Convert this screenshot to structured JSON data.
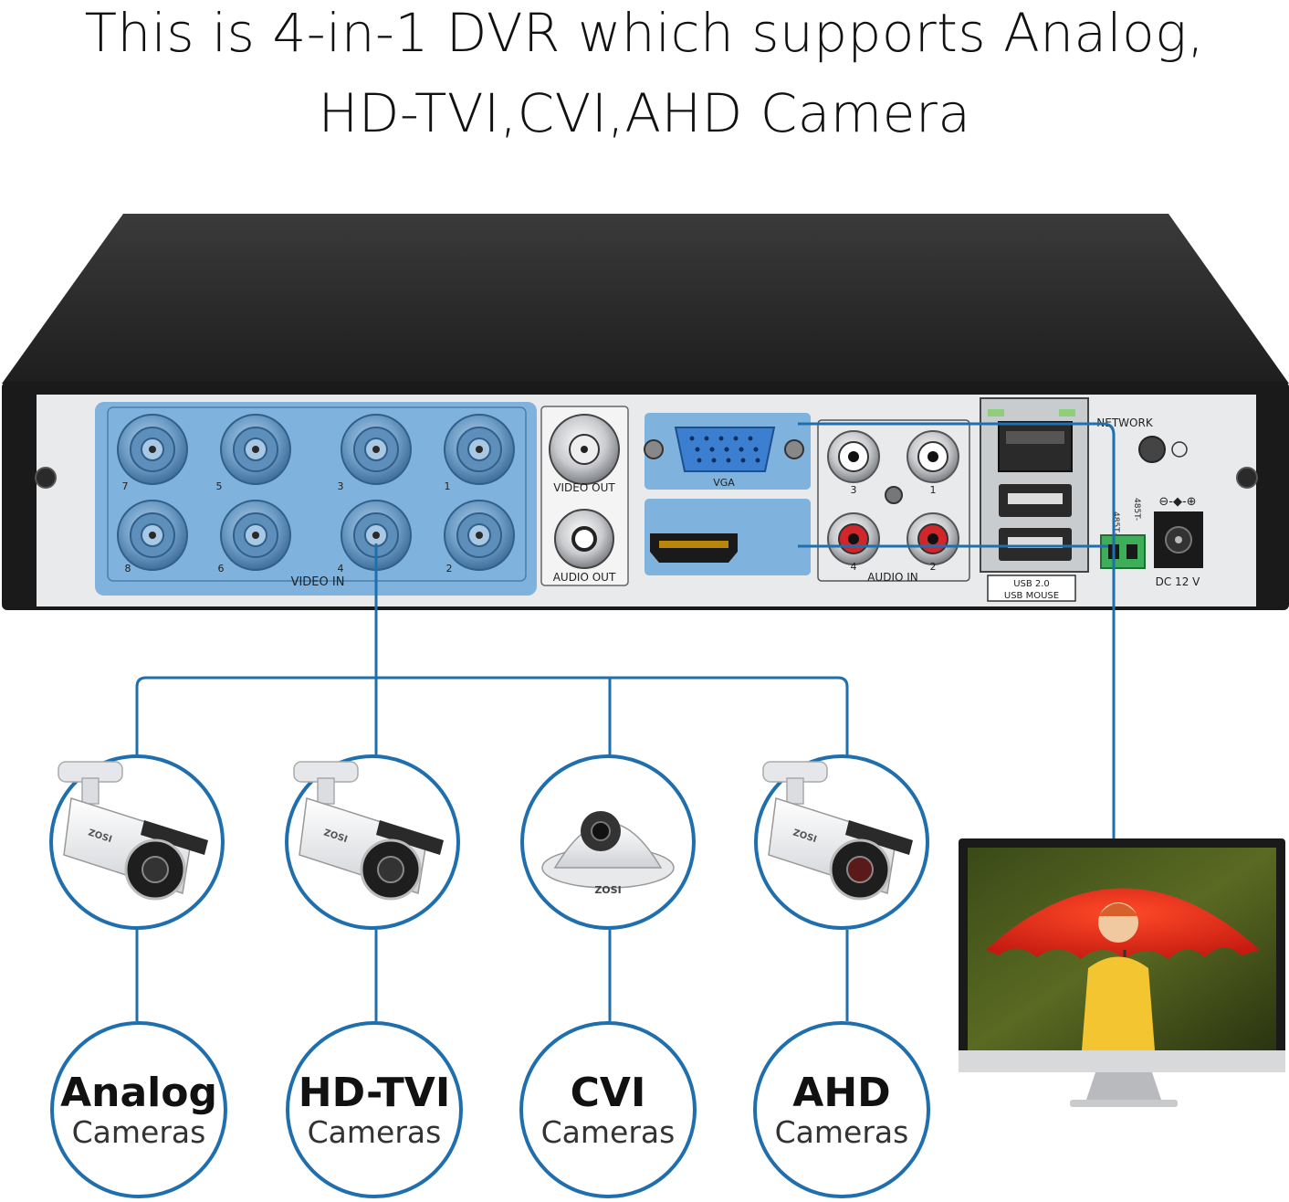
{
  "headline": {
    "line1": "This is 4-in-1 DVR which supports Analog,",
    "line2": "HD-TVI,CVI,AHD Camera"
  },
  "dvr": {
    "video_in_label": "VIDEO IN",
    "channel_numbers": [
      "7",
      "5",
      "3",
      "1",
      "8",
      "6",
      "4",
      "2"
    ],
    "video_out_label": "VIDEO OUT",
    "audio_out_label": "AUDIO OUT",
    "vga_label": "VGA",
    "audio_in_label": "AUDIO IN",
    "audio_channels": [
      "3",
      "1",
      "4",
      "2"
    ],
    "network_label": "NETWORK",
    "usb_label_1": "USB 2.0",
    "usb_label_2": "USB MOUSE",
    "rs485_plus": "485T+",
    "rs485_minus": "485T-",
    "power_label": "DC 12 V",
    "power_polarity": "⊖-◆-⊕"
  },
  "cameras": [
    {
      "title": "Analog",
      "subtitle": "Cameras",
      "brand": "ZOSI"
    },
    {
      "title": "HD-TVI",
      "subtitle": "Cameras",
      "brand": "ZOSI"
    },
    {
      "title": "CVI",
      "subtitle": "Cameras",
      "brand": "ZOSI"
    },
    {
      "title": "AHD",
      "subtitle": "Cameras",
      "brand": "ZOSI"
    }
  ],
  "colors": {
    "connector_line": "#1f6fae",
    "highlight": "#7fb2dc",
    "chassis_top": "#2c2c2c",
    "back_panel": "#e9eaec"
  }
}
